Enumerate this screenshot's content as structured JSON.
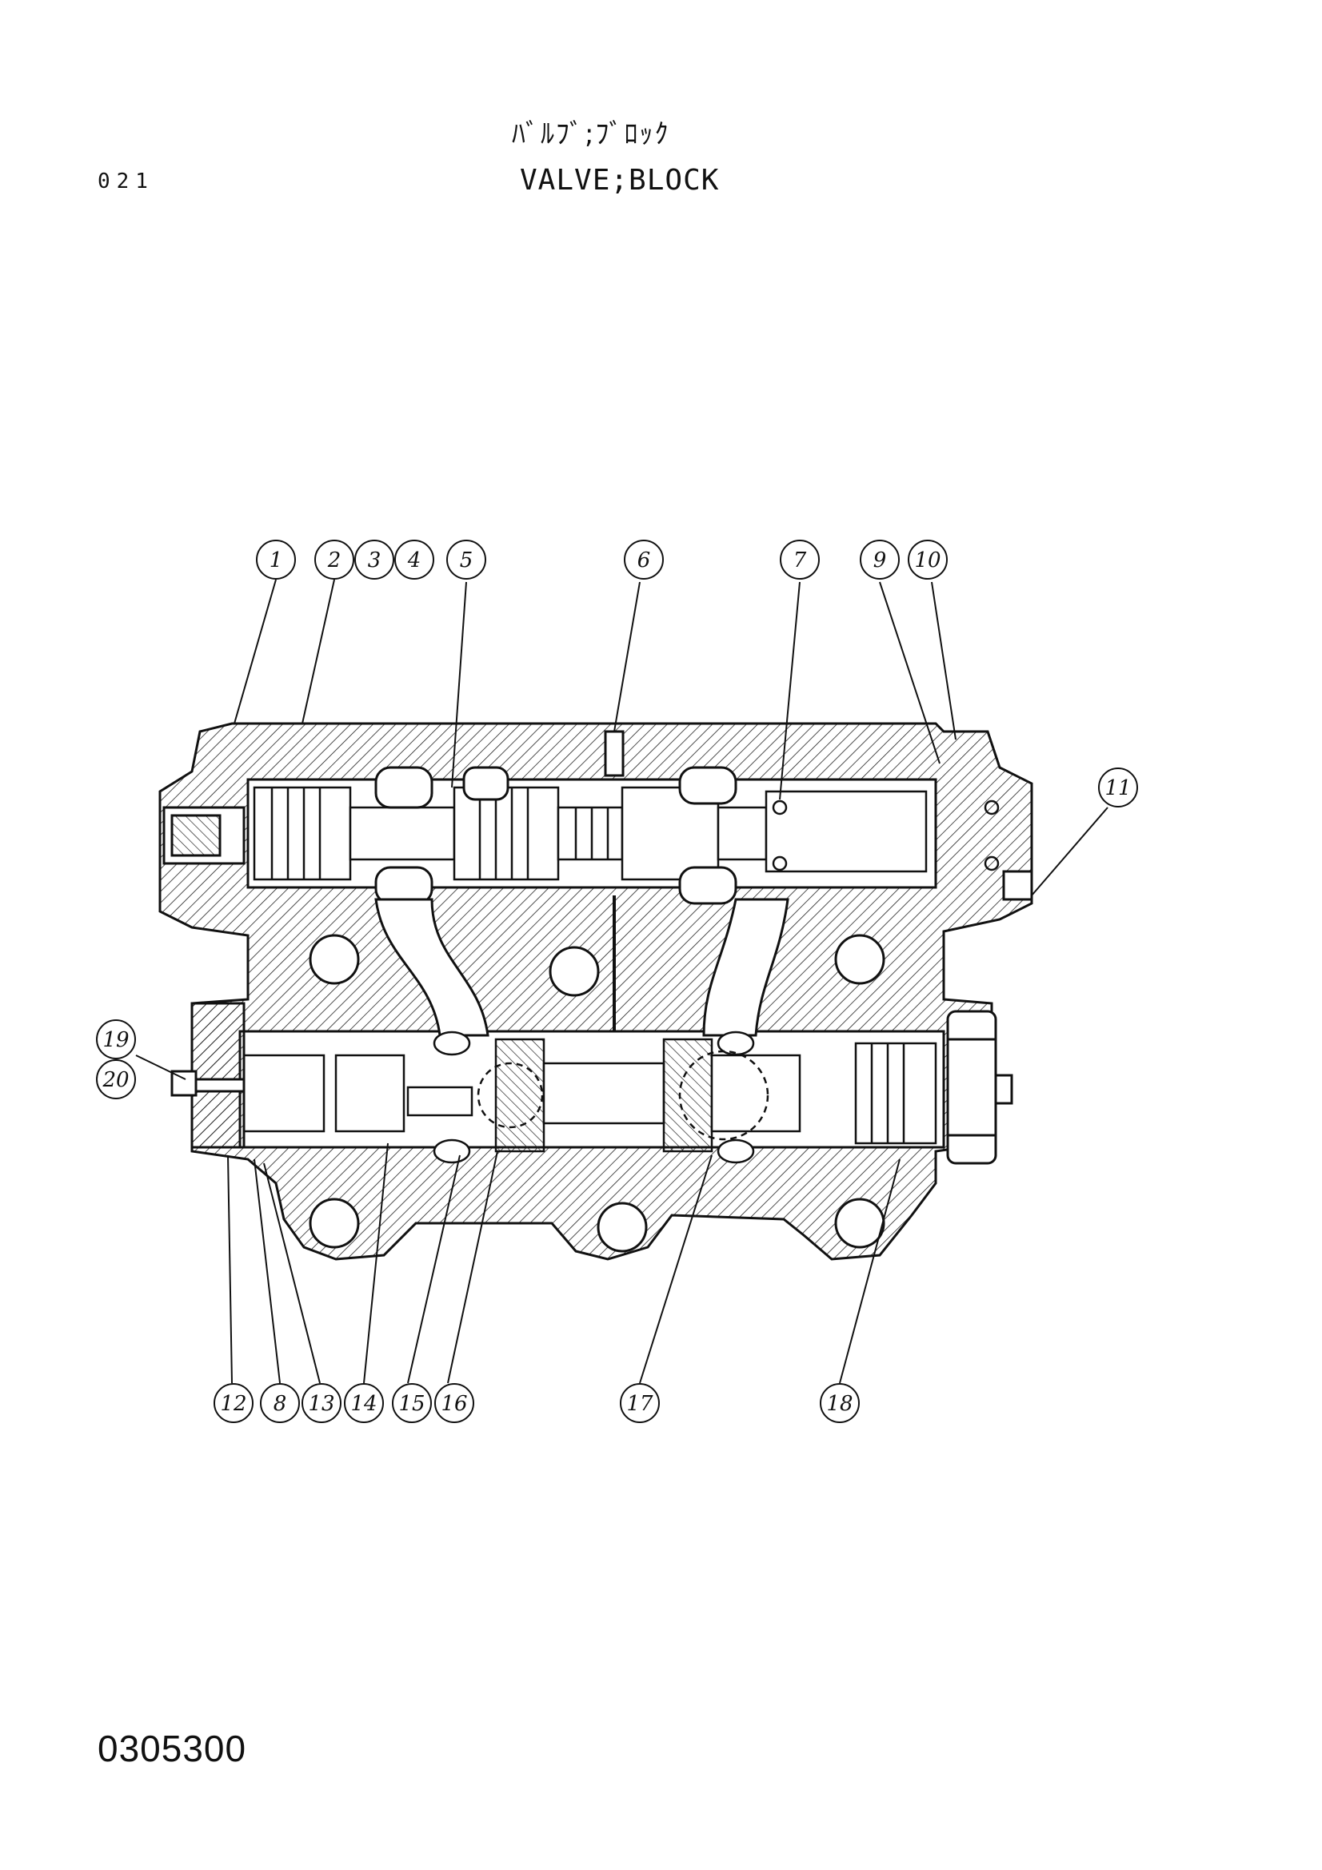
{
  "header": {
    "section_code": "021",
    "title_jp": "ﾊﾞﾙﾌﾞ;ﾌﾞﾛｯｸ",
    "title_en": "VALVE;BLOCK"
  },
  "footer": {
    "drawing_number": "0305300"
  },
  "callouts_top": [
    "1",
    "2",
    "3",
    "4",
    "5",
    "6",
    "7",
    "9",
    "10",
    "11"
  ],
  "callouts_left": [
    "19",
    "20"
  ],
  "callouts_bottom": [
    "12",
    "8",
    "13",
    "14",
    "15",
    "16",
    "17",
    "18"
  ],
  "colors": {
    "ink": "#111111",
    "paper": "#ffffff"
  }
}
